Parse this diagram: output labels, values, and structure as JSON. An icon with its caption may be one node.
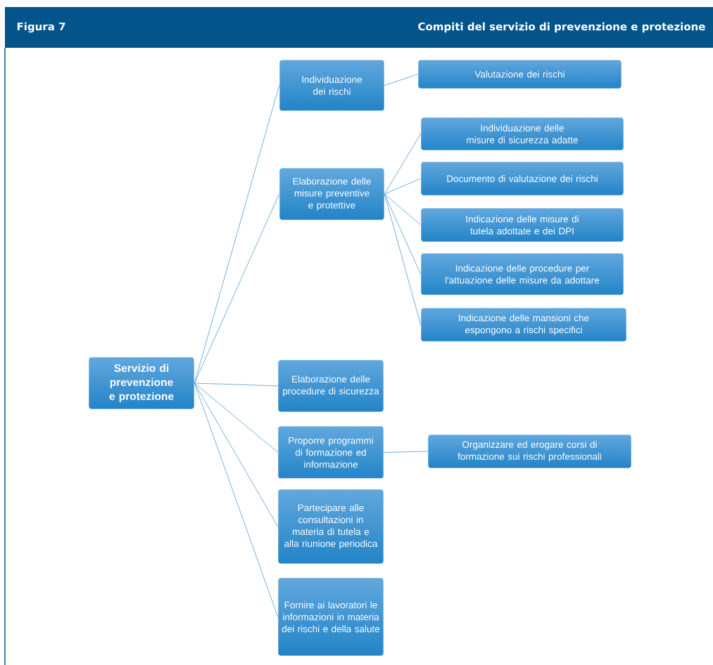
{
  "diagram": {
    "title": "Compiti del servizio di prevenzione e protezione",
    "nodes": [
      {
        "text": [
          "Servizio di prevenzione e protezione"
        ]
      },
      {
        "text": [
          "Individuazione dei rischi"
        ]
      },
      {
        "text": [
          "Valutazione dei rischi"
        ]
      },
      {
        "text": [
          "Elaborazione delle misure preventive e protettive"
        ]
      },
      {
        "text": [
          "Individuazione delle misure di sicurezza adatte"
        ]
      },
      {
        "text": [
          "Documento di valutazione dei rischi"
        ]
      },
      {
        "text": [
          "Indicazione delle misure di tutela adottate e dei DPI"
        ]
      },
      {
        "text": [
          "Indicazione delle procedure per l'attuazione delle misure da adottare"
        ]
      },
      {
        "text": [
          "Indicazione delle mansioni che espongono a rischi specifici"
        ]
      },
      {
        "text": [
          "Elaborazione delle procedure di sicurezza"
        ]
      },
      {
        "text": [
          "Proporre programmi di formazione ed informazione"
        ]
      },
      {
        "text": [
          "Organizzare ed erogare corsi di formazione sui rischi professionali"
        ]
      },
      {
        "text": [
          "Partecipare alle consultazioni in materia di tutela e alla riunione periodica"
        ]
      },
      {
        "text": [
          "Fornire ai lavoratori le informazioni in materia dei rischi e della salute"
        ]
      }
    ],
    "edges": [
      {
        "from": 0,
        "to": 1,
        "arrow": "none"
      },
      {
        "from": 0,
        "to": 3,
        "arrow": "none"
      },
      {
        "from": 0,
        "to": 9,
        "arrow": "none"
      },
      {
        "from": 0,
        "to": 10,
        "arrow": "none"
      },
      {
        "from": 0,
        "to": 12,
        "arrow": "none"
      },
      {
        "from": 0,
        "to": 13,
        "arrow": "none"
      },
      {
        "from": 1,
        "to": 2,
        "arrow": "none"
      },
      {
        "from": 3,
        "to": 4,
        "arrow": "none"
      },
      {
        "from": 3,
        "to": 5,
        "arrow": "none"
      },
      {
        "from": 3,
        "to": 6,
        "arrow": "none"
      },
      {
        "from": 3,
        "to": 7,
        "arrow": "none"
      },
      {
        "from": 3,
        "to": 8,
        "arrow": "none"
      },
      {
        "from": 10,
        "to": 11,
        "arrow": "none"
      }
    ],
    "labels": [
      "Figura 7"
    ]
  }
}
